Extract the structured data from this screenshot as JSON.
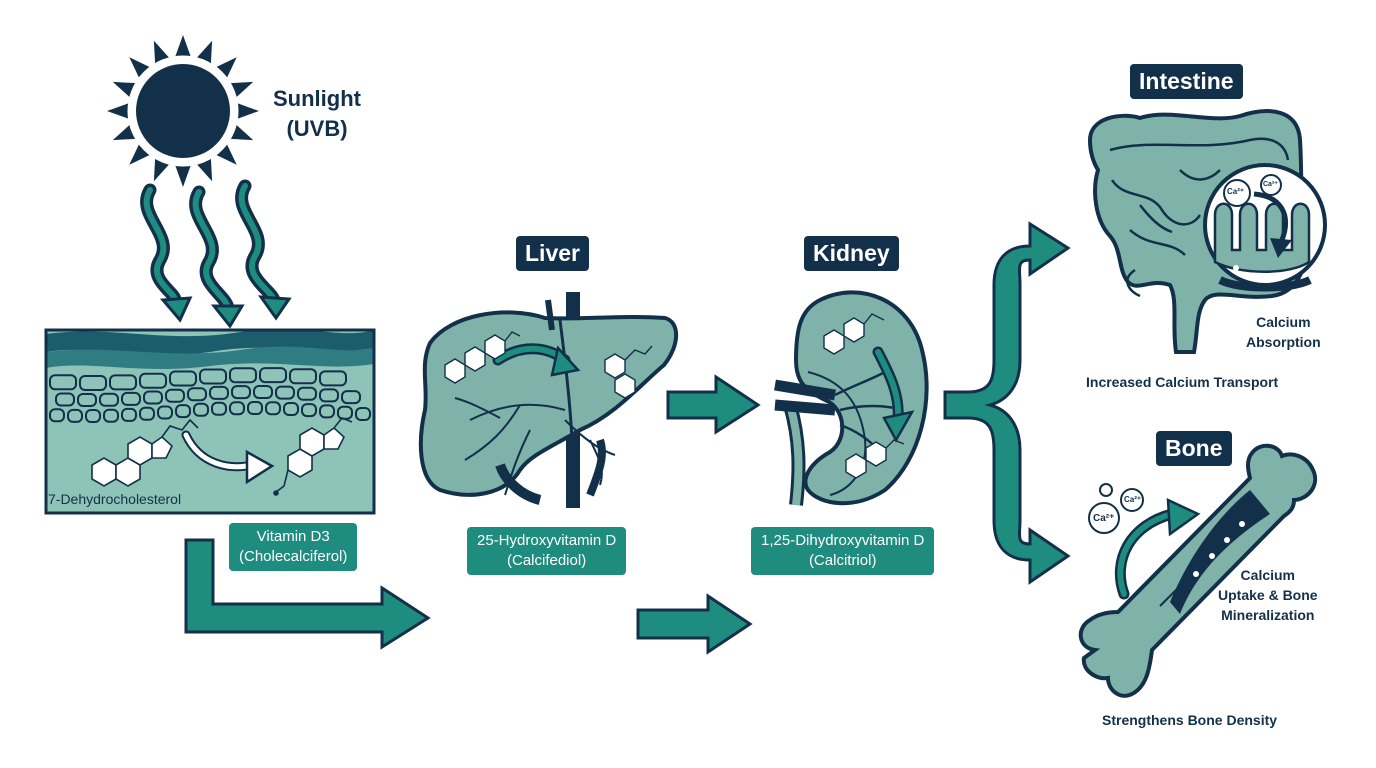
{
  "source": {
    "title_line1": "Sunlight",
    "title_line2": "(UVB)"
  },
  "skin": {
    "precursor": "7-Dehydrocholesterol",
    "product_line1": "Vitamin D3",
    "product_line2": "(Cholecalciferol)"
  },
  "liver": {
    "heading": "Liver",
    "product_line1": "25-Hydroxyvitamin D",
    "product_line2": "(Calcifediol)"
  },
  "kidney": {
    "heading": "Kidney",
    "product_line1": "1,25-Dihydroxyvitamin D",
    "product_line2": "(Calcitriol)"
  },
  "intestine": {
    "heading": "Intestine",
    "ion_labels": [
      "Ca²⁺",
      "Ca²⁺"
    ],
    "effect_line1": "Calcium",
    "effect_line2": "Absorption",
    "caption": "Increased Calcium Transport"
  },
  "bone": {
    "heading": "Bone",
    "ion_labels": [
      "Ca²⁺",
      "Ca²⁺"
    ],
    "effect_line1": "Calcium",
    "effect_line2": "Uptake & Bone",
    "effect_line3": "Mineralization",
    "caption": "Strengthens Bone Density"
  },
  "palette": {
    "navy": "#13304a",
    "teal": "#1f8c80",
    "teal_light": "#7fb8ad",
    "organ_fill": "#6fa9a0",
    "skin_fill": "#8ec3b8"
  }
}
